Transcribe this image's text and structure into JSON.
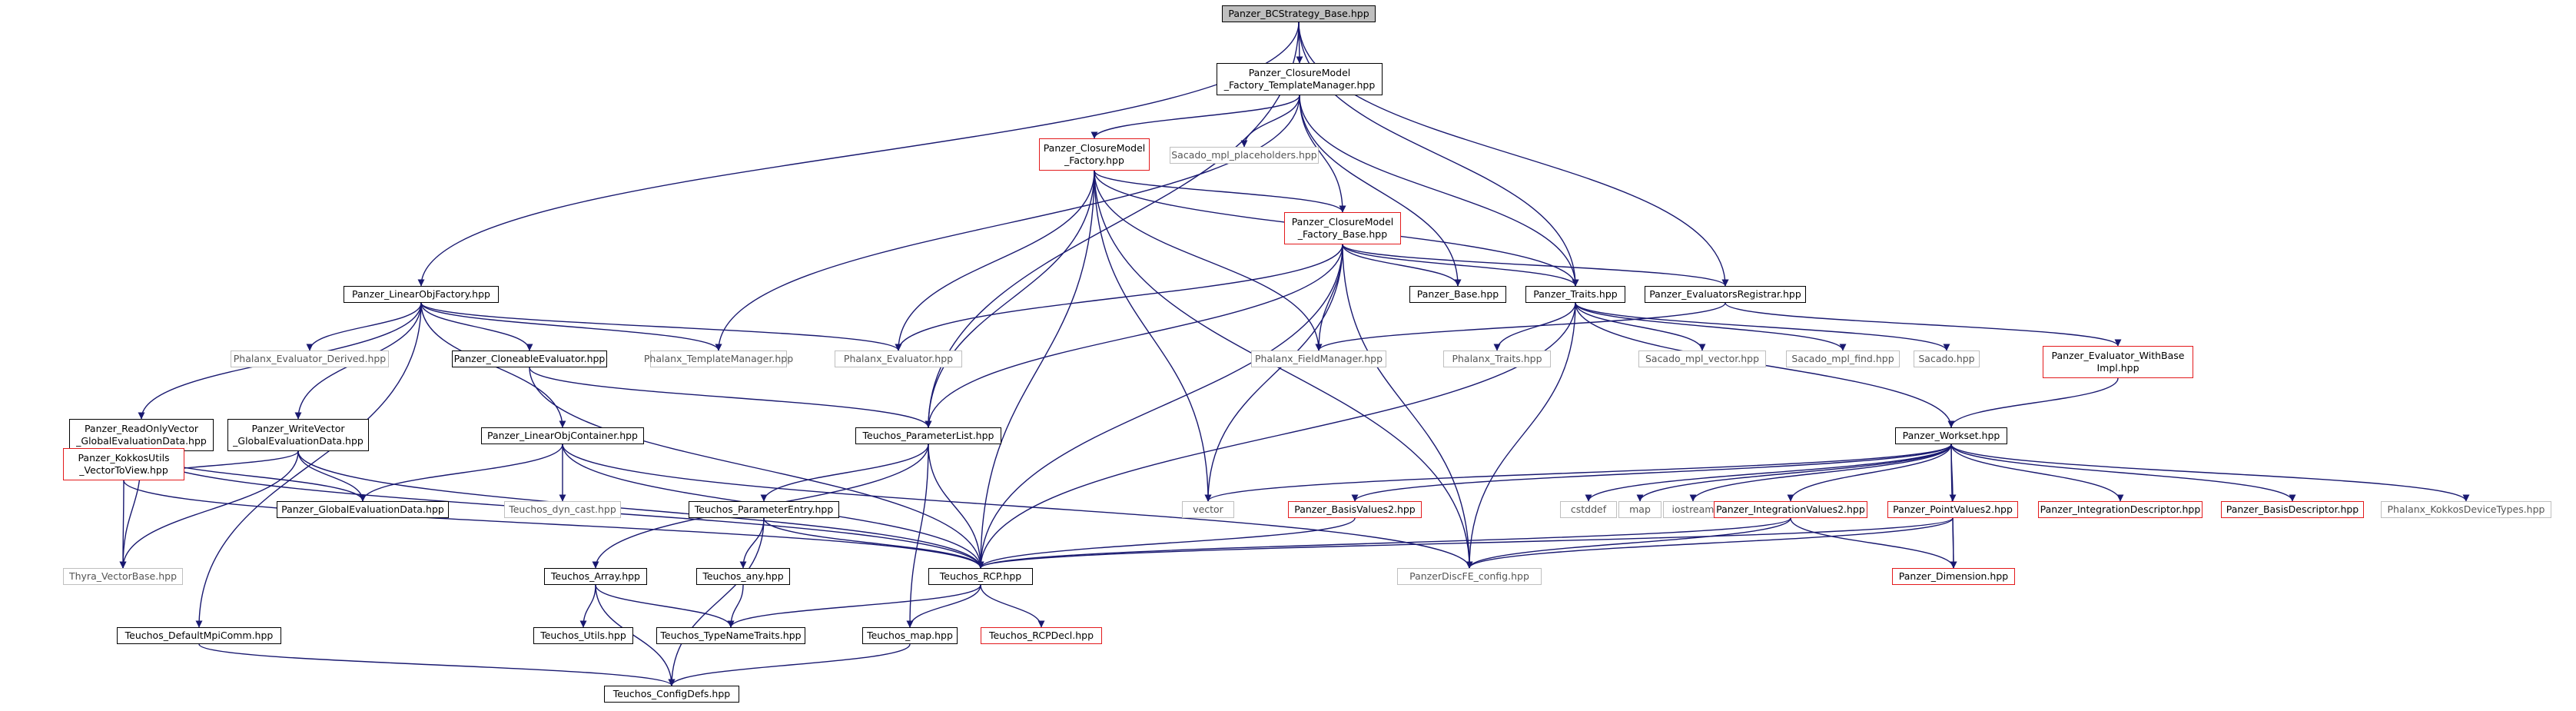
{
  "diagram": {
    "colors": {
      "edge": "#191970",
      "documented_border": "#000000",
      "undocumented_border": "#e31a1c",
      "external_border": "#bfbfbf",
      "root_fill": "#bfbfbf"
    },
    "nodes": {
      "root": "Panzer_BCStrategy_Base.hpp",
      "cm_factory_tm": "Panzer_ClosureModel\n_Factory_TemplateManager.hpp",
      "cm_factory": "Panzer_ClosureModel\n_Factory.hpp",
      "sacado_mpl_placeholders": "Sacado_mpl_placeholders.hpp",
      "cm_factory_base": "Panzer_ClosureModel\n_Factory_Base.hpp",
      "linobjfactory": "Panzer_LinearObjFactory.hpp",
      "panzer_base": "Panzer_Base.hpp",
      "panzer_traits": "Panzer_Traits.hpp",
      "evaluators_registrar": "Panzer_EvaluatorsRegistrar.hpp",
      "phalanx_eval_derived": "Phalanx_Evaluator_Derived.hpp",
      "cloneable_eval": "Panzer_CloneableEvaluator.hpp",
      "phalanx_tm": "Phalanx_TemplateManager.hpp",
      "phalanx_evaluator": "Phalanx_Evaluator.hpp",
      "phalanx_fieldmanager": "Phalanx_FieldManager.hpp",
      "phalanx_traits": "Phalanx_Traits.hpp",
      "sacado_mpl_vector": "Sacado_mpl_vector.hpp",
      "sacado_mpl_find": "Sacado_mpl_find.hpp",
      "sacado": "Sacado.hpp",
      "evaluator_withbase": "Panzer_Evaluator_WithBase\nImpl.hpp",
      "readonly_vector": "Panzer_ReadOnlyVector\n_GlobalEvaluationData.hpp",
      "write_vector": "Panzer_WriteVector\n_GlobalEvaluationData.hpp",
      "linobjcontainer": "Panzer_LinearObjContainer.hpp",
      "param_list": "Teuchos_ParameterList.hpp",
      "workset": "Panzer_Workset.hpp",
      "kokkosutils": "Panzer_KokkosUtils\n_VectorToView.hpp",
      "global_eval_data": "Panzer_GlobalEvaluationData.hpp",
      "dyn_cast": "Teuchos_dyn_cast.hpp",
      "param_entry": "Teuchos_ParameterEntry.hpp",
      "vector": "vector",
      "basisvalues2": "Panzer_BasisValues2.hpp",
      "cstddef": "cstddef",
      "map": "map",
      "iostream": "iostream",
      "integration_values2": "Panzer_IntegrationValues2.hpp",
      "point_values2": "Panzer_PointValues2.hpp",
      "integration_descriptor": "Panzer_IntegrationDescriptor.hpp",
      "basis_descriptor": "Panzer_BasisDescriptor.hpp",
      "phalanx_kokkos": "Phalanx_KokkosDeviceTypes.hpp",
      "thyra_vectorbase": "Thyra_VectorBase.hpp",
      "teuchos_rcp": "Teuchos_RCP.hpp",
      "discfe_config": "PanzerDiscFE_config.hpp",
      "panzer_dimension": "Panzer_Dimension.hpp",
      "teuchos_array": "Teuchos_Array.hpp",
      "teuchos_any": "Teuchos_any.hpp",
      "teuchos_utils": "Teuchos_Utils.hpp",
      "type_name_traits": "Teuchos_TypeNameTraits.hpp",
      "teuchos_map": "Teuchos_map.hpp",
      "rcp_decl": "Teuchos_RCPDecl.hpp",
      "default_mpi_comm": "Teuchos_DefaultMpiComm.hpp",
      "config_defs": "Teuchos_ConfigDefs.hpp"
    },
    "edges": [
      [
        "root",
        "cm_factory_tm"
      ],
      [
        "root",
        "linobjfactory"
      ],
      [
        "root",
        "param_list"
      ],
      [
        "root",
        "panzer_traits"
      ],
      [
        "root",
        "evaluators_registrar"
      ],
      [
        "cm_factory_tm",
        "cm_factory"
      ],
      [
        "cm_factory_tm",
        "sacado_mpl_placeholders"
      ],
      [
        "cm_factory_tm",
        "cm_factory_base"
      ],
      [
        "cm_factory_tm",
        "phalanx_tm"
      ],
      [
        "cm_factory_tm",
        "panzer_base"
      ],
      [
        "cm_factory_tm",
        "panzer_traits"
      ],
      [
        "cm_factory",
        "cm_factory_base"
      ],
      [
        "cm_factory",
        "phalanx_evaluator"
      ],
      [
        "cm_factory",
        "phalanx_fieldmanager"
      ],
      [
        "cm_factory",
        "param_list"
      ],
      [
        "cm_factory",
        "vector"
      ],
      [
        "cm_factory",
        "teuchos_rcp"
      ],
      [
        "cm_factory",
        "discfe_config"
      ],
      [
        "cm_factory",
        "panzer_traits"
      ],
      [
        "cm_factory_base",
        "panzer_base"
      ],
      [
        "cm_factory_base",
        "panzer_traits"
      ],
      [
        "cm_factory_base",
        "evaluators_registrar"
      ],
      [
        "cm_factory_base",
        "phalanx_evaluator"
      ],
      [
        "cm_factory_base",
        "phalanx_fieldmanager"
      ],
      [
        "cm_factory_base",
        "param_list"
      ],
      [
        "cm_factory_base",
        "vector"
      ],
      [
        "cm_factory_base",
        "teuchos_rcp"
      ],
      [
        "cm_factory_base",
        "discfe_config"
      ],
      [
        "panzer_traits",
        "phalanx_traits"
      ],
      [
        "panzer_traits",
        "sacado_mpl_vector"
      ],
      [
        "panzer_traits",
        "sacado_mpl_find"
      ],
      [
        "panzer_traits",
        "sacado"
      ],
      [
        "panzer_traits",
        "workset"
      ],
      [
        "panzer_traits",
        "teuchos_rcp"
      ],
      [
        "panzer_traits",
        "discfe_config"
      ],
      [
        "evaluators_registrar",
        "phalanx_fieldmanager"
      ],
      [
        "evaluators_registrar",
        "evaluator_withbase"
      ],
      [
        "evaluator_withbase",
        "workset"
      ],
      [
        "linobjfactory",
        "phalanx_eval_derived"
      ],
      [
        "linobjfactory",
        "cloneable_eval"
      ],
      [
        "linobjfactory",
        "phalanx_tm"
      ],
      [
        "linobjfactory",
        "phalanx_evaluator"
      ],
      [
        "linobjfactory",
        "readonly_vector"
      ],
      [
        "linobjfactory",
        "write_vector"
      ],
      [
        "linobjfactory",
        "linobjcontainer"
      ],
      [
        "linobjfactory",
        "default_mpi_comm"
      ],
      [
        "cloneable_eval",
        "param_list"
      ],
      [
        "cloneable_eval",
        "teuchos_rcp"
      ],
      [
        "readonly_vector",
        "kokkosutils"
      ],
      [
        "readonly_vector",
        "global_eval_data"
      ],
      [
        "readonly_vector",
        "thyra_vectorbase"
      ],
      [
        "readonly_vector",
        "teuchos_rcp"
      ],
      [
        "write_vector",
        "kokkosutils"
      ],
      [
        "write_vector",
        "global_eval_data"
      ],
      [
        "write_vector",
        "thyra_vectorbase"
      ],
      [
        "write_vector",
        "teuchos_rcp"
      ],
      [
        "kokkosutils",
        "thyra_vectorbase"
      ],
      [
        "kokkosutils",
        "teuchos_rcp"
      ],
      [
        "linobjcontainer",
        "global_eval_data"
      ],
      [
        "linobjcontainer",
        "dyn_cast"
      ],
      [
        "linobjcontainer",
        "teuchos_rcp"
      ],
      [
        "linobjcontainer",
        "discfe_config"
      ],
      [
        "param_list",
        "param_entry"
      ],
      [
        "param_list",
        "teuchos_array"
      ],
      [
        "param_list",
        "teuchos_rcp"
      ],
      [
        "param_list",
        "teuchos_map"
      ],
      [
        "param_entry",
        "teuchos_any"
      ],
      [
        "param_entry",
        "teuchos_rcp"
      ],
      [
        "param_entry",
        "config_defs"
      ],
      [
        "teuchos_any",
        "type_name_traits"
      ],
      [
        "teuchos_array",
        "teuchos_utils"
      ],
      [
        "teuchos_array",
        "type_name_traits"
      ],
      [
        "teuchos_array",
        "config_defs"
      ],
      [
        "teuchos_rcp",
        "type_name_traits"
      ],
      [
        "teuchos_rcp",
        "rcp_decl"
      ],
      [
        "teuchos_rcp",
        "teuchos_map"
      ],
      [
        "teuchos_map",
        "config_defs"
      ],
      [
        "default_mpi_comm",
        "config_defs"
      ],
      [
        "workset",
        "vector"
      ],
      [
        "workset",
        "basisvalues2"
      ],
      [
        "workset",
        "cstddef"
      ],
      [
        "workset",
        "map"
      ],
      [
        "workset",
        "iostream"
      ],
      [
        "workset",
        "integration_values2"
      ],
      [
        "workset",
        "point_values2"
      ],
      [
        "workset",
        "integration_descriptor"
      ],
      [
        "workset",
        "basis_descriptor"
      ],
      [
        "workset",
        "phalanx_kokkos"
      ],
      [
        "workset",
        "panzer_dimension"
      ],
      [
        "basisvalues2",
        "teuchos_rcp"
      ],
      [
        "integration_values2",
        "teuchos_rcp"
      ],
      [
        "integration_values2",
        "panzer_dimension"
      ],
      [
        "integration_values2",
        "discfe_config"
      ],
      [
        "point_values2",
        "teuchos_rcp"
      ],
      [
        "point_values2",
        "panzer_dimension"
      ],
      [
        "point_values2",
        "discfe_config"
      ]
    ]
  }
}
